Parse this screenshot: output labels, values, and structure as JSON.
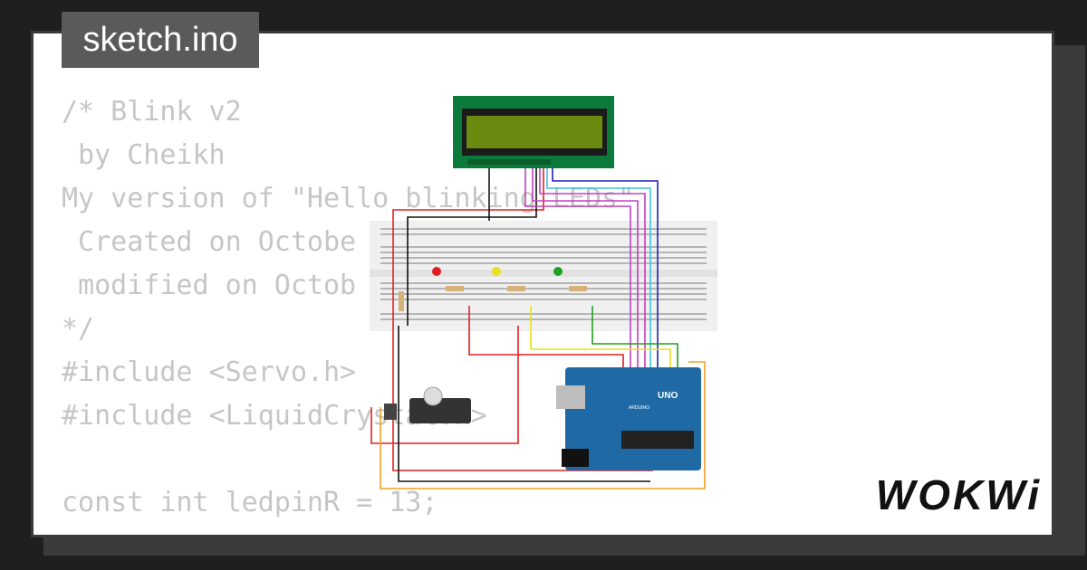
{
  "tab": {
    "filename": "sketch.ino"
  },
  "code_lines": [
    "/* Blink v2",
    " by Cheikh",
    "My version of \"Hello blinking LEDs\"",
    " Created on Octobe",
    " modified on Octob",
    "*/",
    "#include <Servo.h>",
    "#include <LiquidCrystal.h>",
    "",
    "const int ledpinR = 13;"
  ],
  "diagram": {
    "board_label": "UNO",
    "board_brand": "ARDUINO",
    "components": [
      "lcd-1602",
      "breadboard",
      "led-red",
      "led-yellow",
      "led-green",
      "servo",
      "arduino-uno"
    ],
    "led_colors": {
      "red": "#e02020",
      "yellow": "#e8e020",
      "green": "#20a020"
    }
  },
  "brand": {
    "name": "WOKWi"
  }
}
